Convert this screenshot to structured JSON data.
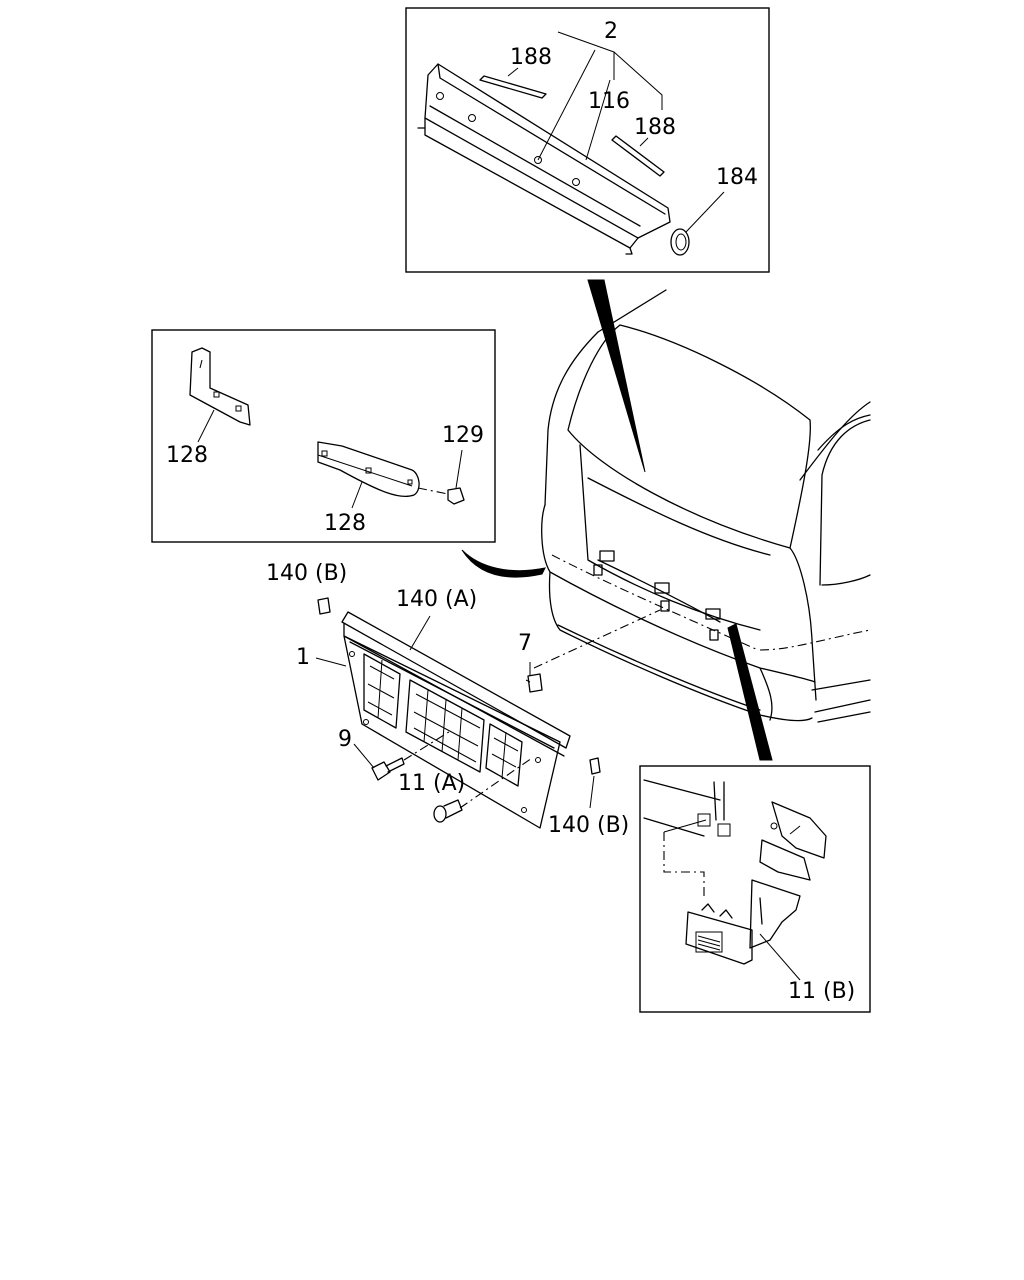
{
  "callouts": {
    "c2": "2",
    "c188a": "188",
    "c116": "116",
    "c188b": "188",
    "c184": "184",
    "c128a": "128",
    "c129": "129",
    "c128b": "128",
    "c140b_top": "140 (B)",
    "c140a": "140 (A)",
    "c1": "1",
    "c7": "7",
    "c9": "9",
    "c11a": "11 (A)",
    "c140b_bot": "140 (B)",
    "c11b": "11 (B)"
  }
}
